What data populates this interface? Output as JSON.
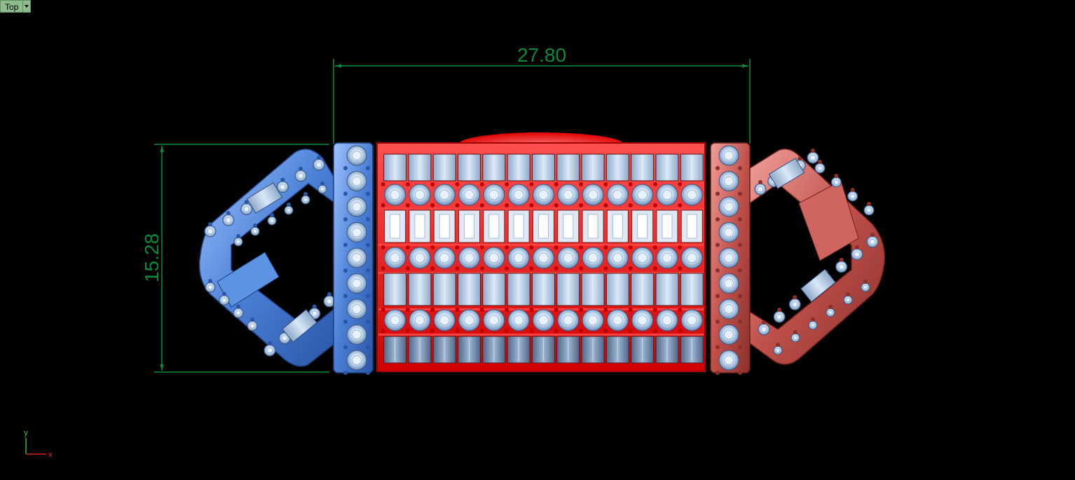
{
  "viewport": {
    "name": "Top",
    "menu_icon": "chevron-down-icon"
  },
  "dimensions": {
    "width_label": "27.80",
    "height_label": "15.28"
  },
  "axes": {
    "y_label": "y",
    "x_label": "x"
  },
  "colors": {
    "background": "#000000",
    "dimension": "#0a8a3c",
    "blue_part": "#4a7fd6",
    "red_part": "#ff1a1a",
    "salmon_part": "#c0504a",
    "gem": "#cfe3f7",
    "tab": "#8fbc8f"
  }
}
